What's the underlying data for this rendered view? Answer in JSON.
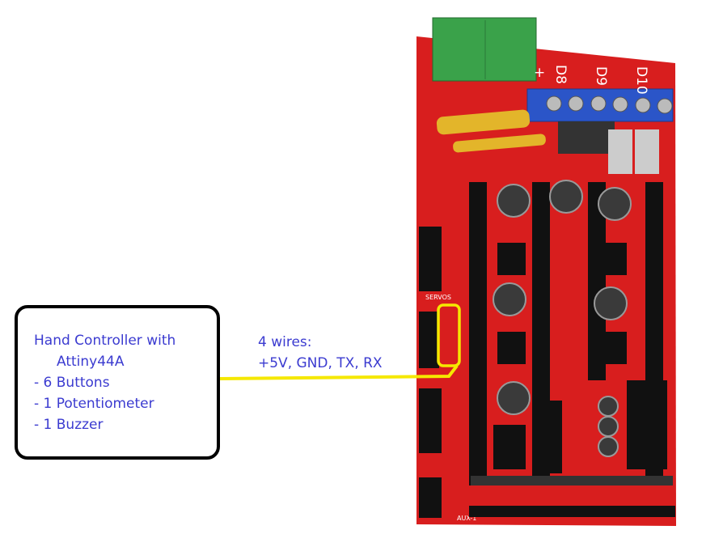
{
  "controller_box": {
    "title_line1": "Hand Controller with",
    "title_line2": "Attiny44A",
    "features": [
      "- 6 Buttons",
      "- 1 Potentiometer",
      "- 1 Buzzer"
    ]
  },
  "wire_label": {
    "line1": "4 wires:",
    "line2": "+5V, GND, TX, RX"
  },
  "board_labels": {
    "d8": "D8",
    "d9": "D9",
    "d10": "D10",
    "plus": "+",
    "servos": "SERVOS",
    "aux1": "AUX-1"
  },
  "colors": {
    "text": "#3b3bd0",
    "wire": "#f5e800",
    "board": "#d81e1e"
  }
}
